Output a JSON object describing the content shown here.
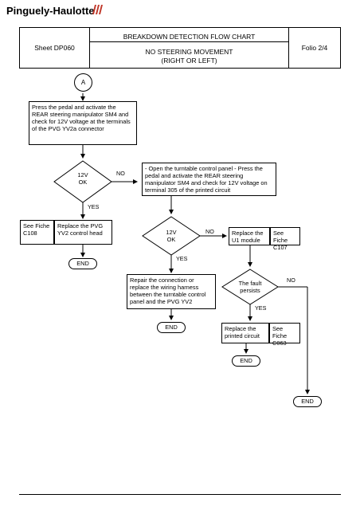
{
  "header": {
    "brand": "Pinguely-Haulotte",
    "sheet": "Sheet DP060",
    "title": "BREAKDOWN DETECTION FLOW CHART",
    "subtitle_line1": "NO STEERING MOVEMENT",
    "subtitle_line2": "(RIGHT OR LEFT)",
    "folio": "Folio 2/4"
  },
  "flow": {
    "start": "A",
    "step1": "Press the pedal and activate the REAR steering manipulator SM4 and check for 12V voltage at the terminals of the PVG YV2a connector",
    "d1_line1": "12V",
    "d1_line2": "OK",
    "d1_no": "NO",
    "d1_yes": "YES",
    "step2": "- Open the turntable control panel - Press the pedal and activate the REAR steering manipulator SM4 and check for 12V voltage on terminal 305 of the printed circuit",
    "fiche_c108": "See Fiche C108",
    "replace_pvg": "Replace the PVG YV2 control head",
    "end1": "END",
    "d2_line1": "12V",
    "d2_line2": "OK",
    "d2_no": "NO",
    "d2_yes": "YES",
    "replace_u1": "Replace the U1 module",
    "fiche_c107": "See Fiche C107",
    "repair": "Repair the connection or replace the wiring harness between the turntable control panel and the PVG YV2",
    "end2": "END",
    "d3_line1": "The fault",
    "d3_line2": "persists",
    "d3_no": "NO",
    "d3_yes": "YES",
    "replace_printed": "Replace the printed circuit",
    "fiche_c063": "See Fiche C063",
    "end3": "END",
    "end4": "END"
  }
}
